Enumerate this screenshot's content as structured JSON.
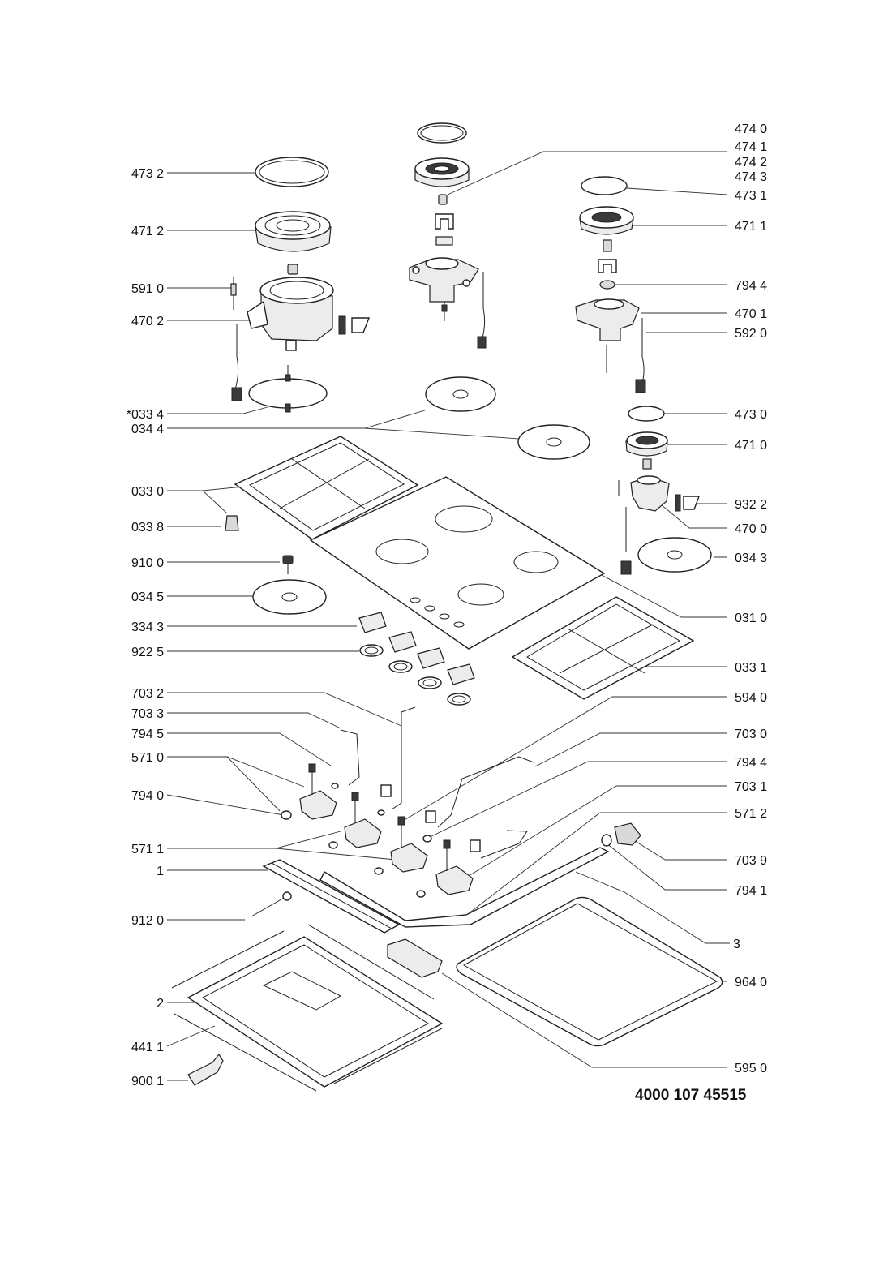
{
  "document": {
    "number": "4000 107 45515"
  },
  "labels_left": [
    {
      "key": "473_2",
      "text": "473 2"
    },
    {
      "key": "471_2",
      "text": "471 2"
    },
    {
      "key": "591_0",
      "text": "591 0"
    },
    {
      "key": "470_2",
      "text": "470 2"
    },
    {
      "key": "033_4",
      "text": "*033 4"
    },
    {
      "key": "034_4",
      "text": "034 4"
    },
    {
      "key": "033_0",
      "text": "033 0"
    },
    {
      "key": "033_8",
      "text": "033 8"
    },
    {
      "key": "910_0",
      "text": "910 0"
    },
    {
      "key": "034_5",
      "text": "034 5"
    },
    {
      "key": "334_3",
      "text": "334 3"
    },
    {
      "key": "922_5",
      "text": "922 5"
    },
    {
      "key": "703_2",
      "text": "703 2"
    },
    {
      "key": "703_3",
      "text": "703 3"
    },
    {
      "key": "794_5",
      "text": "794 5"
    },
    {
      "key": "571_0",
      "text": "571 0"
    },
    {
      "key": "794_0",
      "text": "794 0"
    },
    {
      "key": "571_1",
      "text": "571 1"
    },
    {
      "key": "1",
      "text": "1"
    },
    {
      "key": "912_0",
      "text": "912 0"
    },
    {
      "key": "2",
      "text": "2"
    },
    {
      "key": "441_1",
      "text": "441 1"
    },
    {
      "key": "900_1",
      "text": "900 1"
    }
  ],
  "labels_right": [
    {
      "key": "474_0",
      "text": "474 0"
    },
    {
      "key": "474_1",
      "text": "474 1"
    },
    {
      "key": "474_2",
      "text": "474 2"
    },
    {
      "key": "474_3",
      "text": "474 3"
    },
    {
      "key": "473_1",
      "text": "473 1"
    },
    {
      "key": "471_1",
      "text": "471 1"
    },
    {
      "key": "794_4a",
      "text": "794 4"
    },
    {
      "key": "470_1",
      "text": "470 1"
    },
    {
      "key": "592_0",
      "text": "592 0"
    },
    {
      "key": "473_0",
      "text": "473 0"
    },
    {
      "key": "471_0",
      "text": "471 0"
    },
    {
      "key": "932_2",
      "text": "932 2"
    },
    {
      "key": "470_0",
      "text": "470 0"
    },
    {
      "key": "034_3",
      "text": "034 3"
    },
    {
      "key": "031_0",
      "text": "031 0"
    },
    {
      "key": "033_1",
      "text": "033 1"
    },
    {
      "key": "594_0",
      "text": "594 0"
    },
    {
      "key": "703_0",
      "text": "703 0"
    },
    {
      "key": "794_4b",
      "text": "794 4"
    },
    {
      "key": "703_1",
      "text": "703 1"
    },
    {
      "key": "571_2",
      "text": "571 2"
    },
    {
      "key": "703_9",
      "text": "703 9"
    },
    {
      "key": "794_1",
      "text": "794 1"
    },
    {
      "key": "3",
      "text": "3"
    },
    {
      "key": "964_0",
      "text": "964 0"
    },
    {
      "key": "595_0",
      "text": "595 0"
    }
  ]
}
